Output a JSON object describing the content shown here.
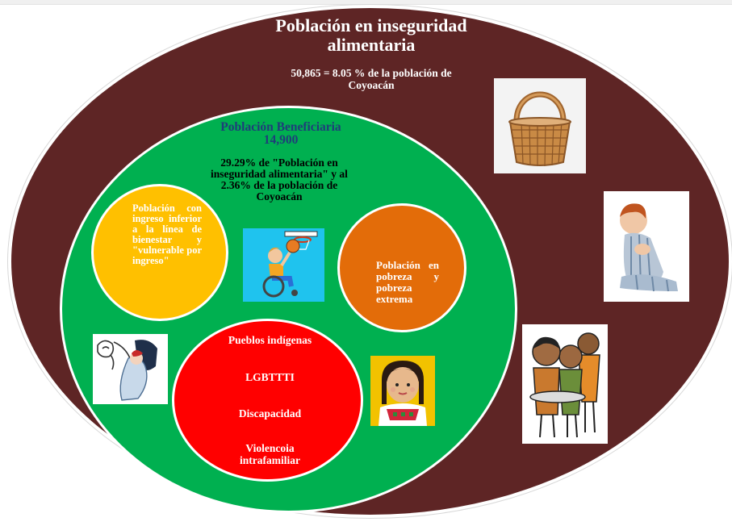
{
  "outer": {
    "title": "Población en inseguridad alimentaria",
    "stat_line1": "50,865 =  8.05 % de la población  de",
    "stat_line2": "Coyoacán",
    "color": "#5e2525"
  },
  "beneficiary": {
    "title_line1": "Población  Beneficiaria",
    "title_line2": "14,900",
    "stat_line1": "29.29% de \"Población en",
    "stat_line2": "inseguridad alimentaria\" y al",
    "stat_line3": "2.36% de la población de",
    "stat_line4": "Coyoacán",
    "color": "#00b050",
    "title_color": "#1f3d7a"
  },
  "income_group": {
    "text": "Población con ingreso inferior a la línea de bienestar y \"vulnerable por ingreso\"",
    "color": "#ffc000"
  },
  "poverty_group": {
    "text": "Población en pobreza y pobreza extrema",
    "color": "#e36c09"
  },
  "vulnerable_groups": {
    "items": [
      "Pueblos indígenas",
      "LGBTTTI",
      "Discapacidad",
      "Violencoia intrafamiliar"
    ],
    "color": "#ff0000"
  },
  "images": [
    {
      "name": "basket-icon"
    },
    {
      "name": "sad-boy-icon"
    },
    {
      "name": "hungry-children-icon"
    },
    {
      "name": "wheelchair-basketball-icon"
    },
    {
      "name": "domestic-violence-icon"
    },
    {
      "name": "indigenous-girl-icon"
    }
  ]
}
